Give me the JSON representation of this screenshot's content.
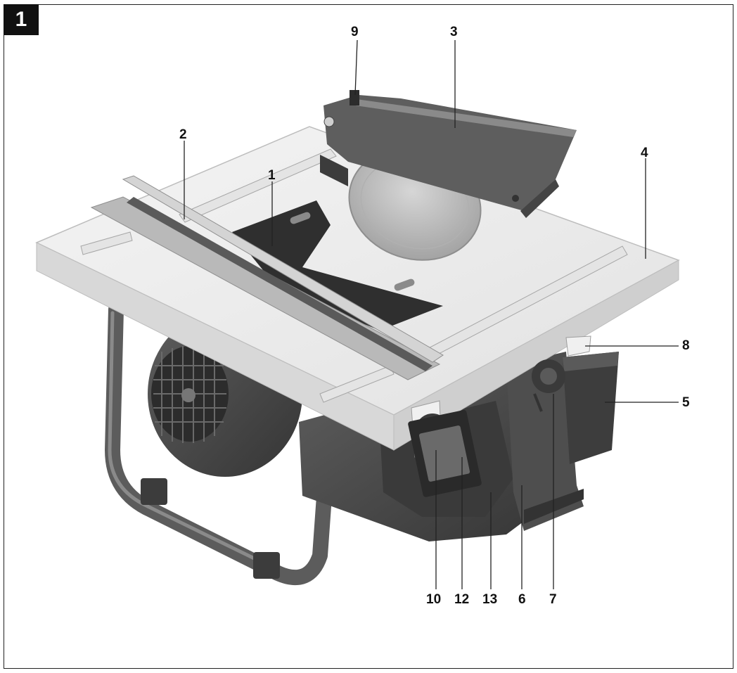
{
  "figure": {
    "number": "1"
  },
  "callouts": {
    "c1": "1",
    "c2": "2",
    "c3": "3",
    "c4": "4",
    "c5": "5",
    "c6": "6",
    "c7": "7",
    "c8": "8",
    "c9": "9",
    "c10": "10",
    "c12": "12",
    "c13": "13"
  },
  "colors": {
    "table_top": "#ececec",
    "body_dark": "#4a4a4a",
    "guard": "#5a5a5a",
    "tube": "#5c5c5c",
    "blade": "#c8c8c8"
  }
}
